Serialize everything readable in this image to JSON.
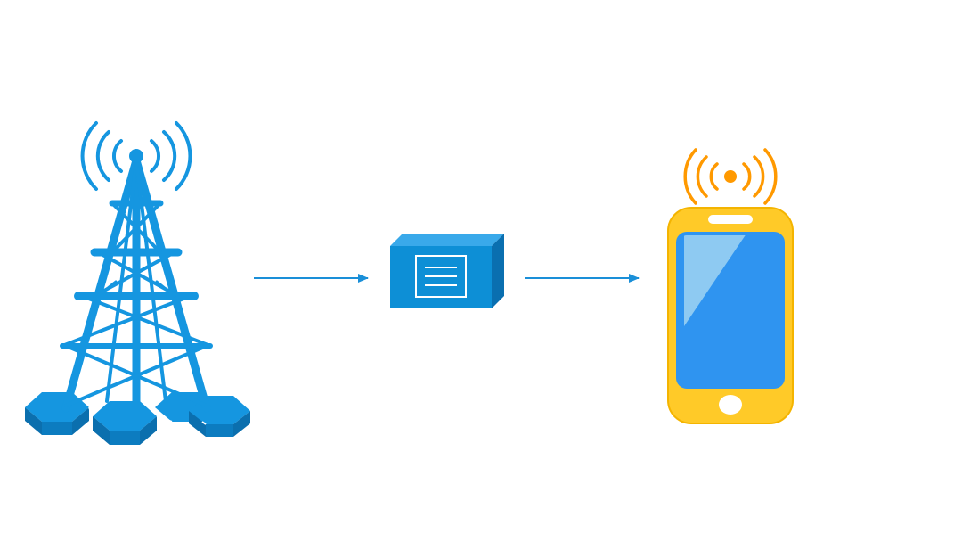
{
  "diagram": {
    "nodes": [
      {
        "id": "tower",
        "icon": "cell-tower-icon"
      },
      {
        "id": "repeater",
        "icon": "repeater-box-icon"
      },
      {
        "id": "phone",
        "icon": "smartphone-icon"
      }
    ],
    "edges": [
      {
        "from": "tower",
        "to": "repeater",
        "icon": "arrow-right-icon"
      },
      {
        "from": "repeater",
        "to": "phone",
        "icon": "arrow-right-icon"
      }
    ],
    "colors": {
      "tower_blue": "#1596e0",
      "box_blue": "#0d8fd6",
      "arrow_blue": "#1a8fd8",
      "signal_orange": "#ff9900",
      "phone_body": "#ffca28",
      "phone_screen": "#2f94f0",
      "phone_glare": "#9fd4f2"
    }
  }
}
